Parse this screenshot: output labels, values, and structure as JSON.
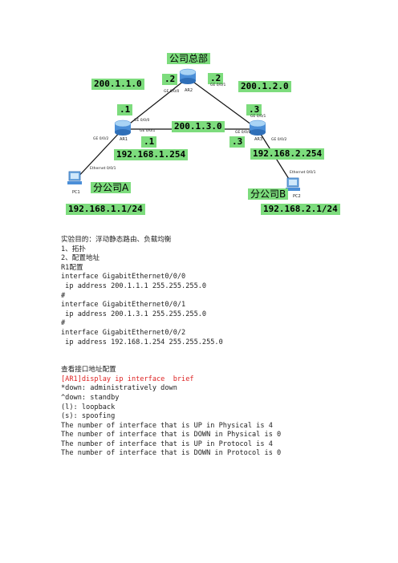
{
  "diagram": {
    "hq_label": "公司总部",
    "branch_a_label": "分公司A",
    "branch_b_label": "分公司B",
    "nets": {
      "ar1_ar2": "200.1.1.0",
      "ar2_ar3": "200.1.2.0",
      "ar1_ar3": "200.1.3.0",
      "lan_a": "192.168.1.254",
      "lan_b": "192.168.2.254",
      "pc1_ip": "192.168.1.1/24",
      "pc2_ip": "192.168.2.1/24"
    },
    "hosts": {
      "ar2_left": ".2",
      "ar2_right": ".2",
      "ar1_top": ".1",
      "ar1_right": ".1",
      "ar3_top": ".3",
      "ar3_left": ".3"
    },
    "devices": {
      "ar1": "AR1",
      "ar2": "AR2",
      "ar3": "AR3",
      "pc1": "PC1",
      "pc2": "PC2"
    },
    "ports": {
      "ar2_ge000": "GE 0/0/0",
      "ar2_ge001": "GE 0/0/1",
      "ar1_ge000": "GE 0/0/0",
      "ar1_ge001": "GE 0/0/1",
      "ar1_ge002": "GE 0/0/2",
      "ar3_ge001": "GE 0/0/1",
      "ar3_ge000": "GE 0/0/0",
      "ar3_ge002": "GE 0/0/2",
      "pc1_eth": "Ethernet 0/0/1",
      "pc2_eth": "Ethernet 0/0/1"
    }
  },
  "doc": {
    "objective": "实验目的：浮动静态路由、负载均衡",
    "step1": "1、拓扑",
    "step2": "2、配置地址",
    "r1_config": "R1配置",
    "config_lines": [
      "interface GigabitEthernet0/0/0",
      " ip address 200.1.1.1 255.255.255.0",
      "#",
      "interface GigabitEthernet0/0/1",
      " ip address 200.1.3.1 255.255.255.0",
      "#",
      "interface GigabitEthernet0/0/2",
      " ip address 192.168.1.254 255.255.255.0"
    ],
    "check_title": "查看接口地址配置",
    "command": "[AR1]display ip interface  brief",
    "output_lines": [
      "*down: administratively down",
      "^down: standby",
      "(l): loopback",
      "(s): spoofing",
      "The number of interface that is UP in Physical is 4",
      "The number of interface that is DOWN in Physical is 0",
      "The number of interface that is UP in Protocol is 4",
      "The number of interface that is DOWN in Protocol is 0"
    ]
  }
}
